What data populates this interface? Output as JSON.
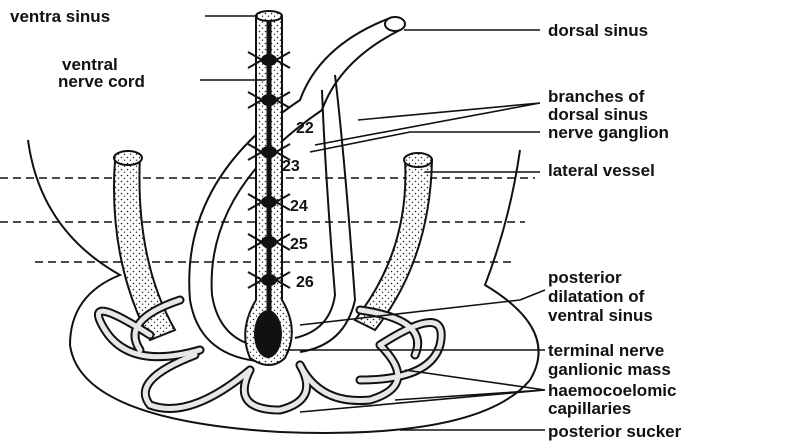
{
  "labels": {
    "ventra_sinus": "ventra sinus",
    "ventral_nerve_cord_1": "ventral",
    "ventral_nerve_cord_2": "nerve cord",
    "dorsal_sinus": "dorsal sinus",
    "branches_1": "branches of",
    "branches_2": "dorsal sinus",
    "nerve_ganglion": "nerve ganglion",
    "lateral_vessel": "lateral vessel",
    "posterior_dilatation_1": "posterior",
    "posterior_dilatation_2": "dilatation of",
    "posterior_dilatation_3": "ventral sinus",
    "terminal_1": "terminal nerve",
    "terminal_2": "ganlionic mass",
    "haemo_1": "haemocoelomic",
    "haemo_2": "capillaries",
    "posterior_sucker": "posterior sucker"
  },
  "segments": [
    "22",
    "23",
    "24",
    "25",
    "26"
  ],
  "colors": {
    "ink": "#111111",
    "background": "#ffffff"
  }
}
